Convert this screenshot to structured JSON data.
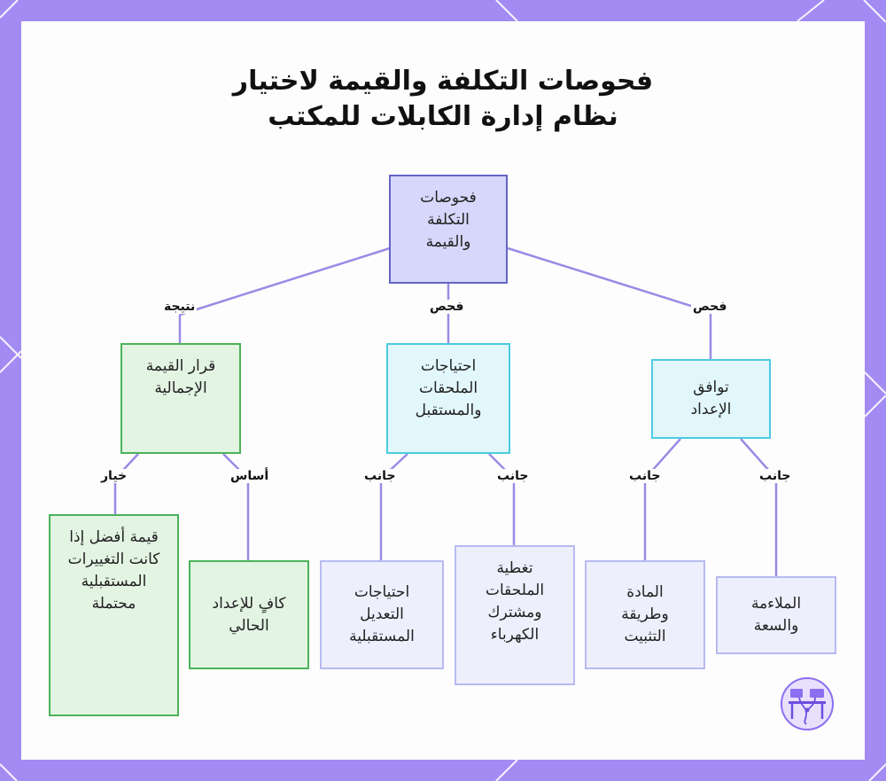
{
  "title": {
    "line1": "فحوصات التكلفة والقيمة لاختيار",
    "line2": "نظام إدارة الكابلات للمكتب"
  },
  "nodes": {
    "root": "فحوصات التكلفة والقيمة",
    "setup_fit": "توافق الإعداد",
    "accessory_needs": "احتياجات الملحقات والمستقبل",
    "value_decision": "قرار القيمة الإجمالية",
    "fit_capacity": "الملاءمة والسعة",
    "material_mounting": "المادة وطريقة التثبيت",
    "accessory_coverage": "تغطية الملحقات ومشترك الكهرباء",
    "future_adjustment": "احتياجات التعديل المستقبلية",
    "sufficient_current": "كافٍ للإعداد الحالي",
    "better_value": "قيمة أفضل إذا كانت التغييرات المستقبلية محتملة"
  },
  "edge_labels": {
    "check_right": "فحص",
    "check_middle": "فحص",
    "result": "نتيجة",
    "aspect_1": "جانب",
    "aspect_2": "جانب",
    "aspect_3": "جانب",
    "aspect_4": "جانب",
    "basis": "أساس",
    "option": "خيار"
  },
  "colors": {
    "frame": "#a38bf4",
    "connector": "#9b8ae6",
    "root_fill": "#d6d7fb",
    "root_border": "#6366c4",
    "cyan_fill": "#e2f7fc",
    "cyan_border": "#4ccbe0",
    "green_fill": "#e3f4e3",
    "green_border": "#4bb35a",
    "leaf_fill": "#eeeffd",
    "leaf_border": "#b7baf0"
  },
  "icons": {
    "logo": "desk-cable-icon"
  }
}
